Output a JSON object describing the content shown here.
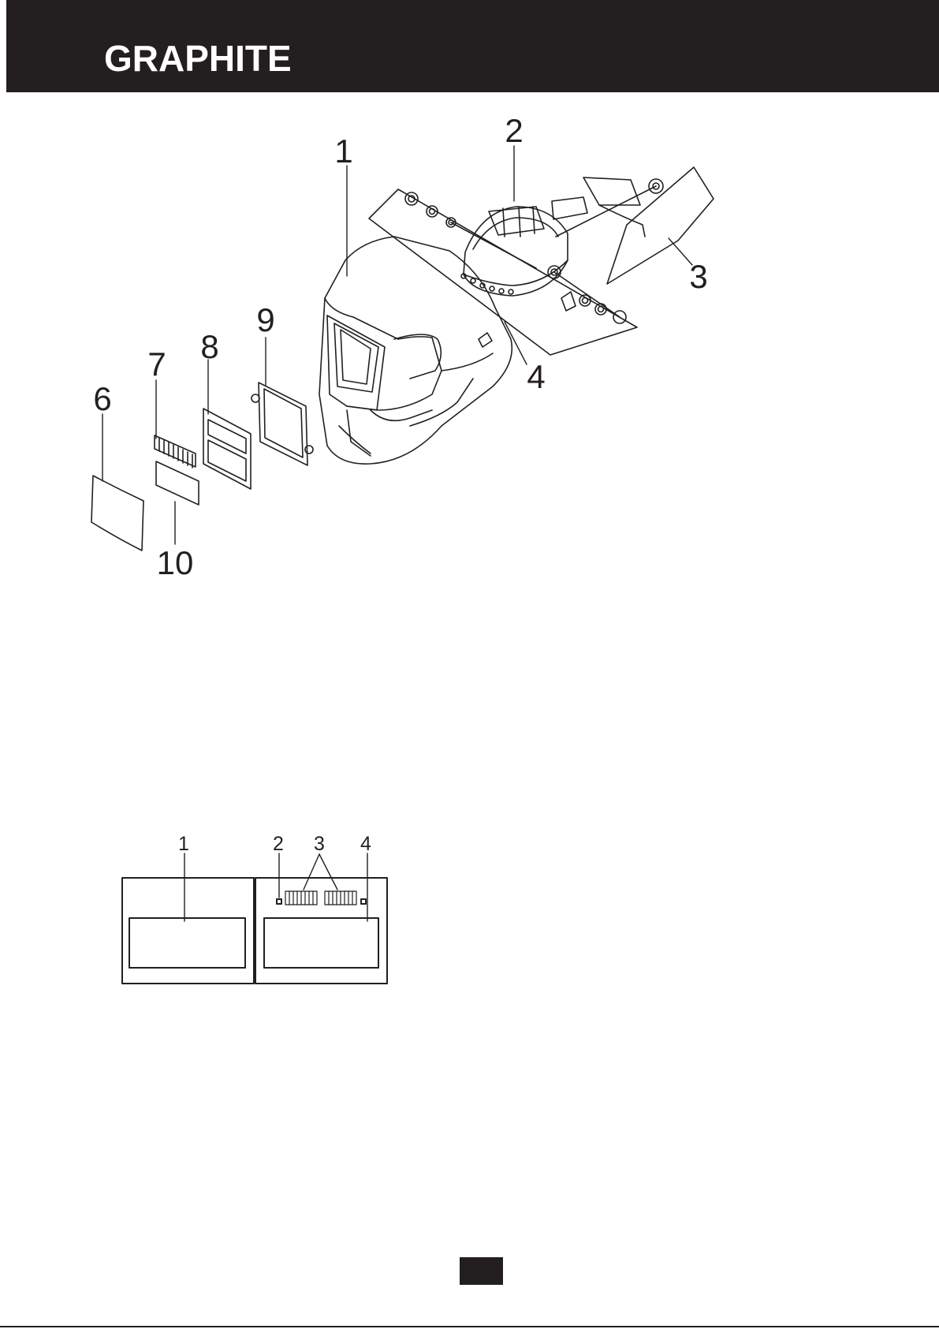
{
  "header": {
    "brand_name": "GRAPHITE",
    "bar_color": "#231f20"
  },
  "exploded_view": {
    "callouts": [
      "1",
      "2",
      "3",
      "4",
      "6",
      "7",
      "8",
      "9",
      "10"
    ]
  },
  "filter_view": {
    "callouts": [
      "1",
      "2",
      "3",
      "4"
    ]
  }
}
